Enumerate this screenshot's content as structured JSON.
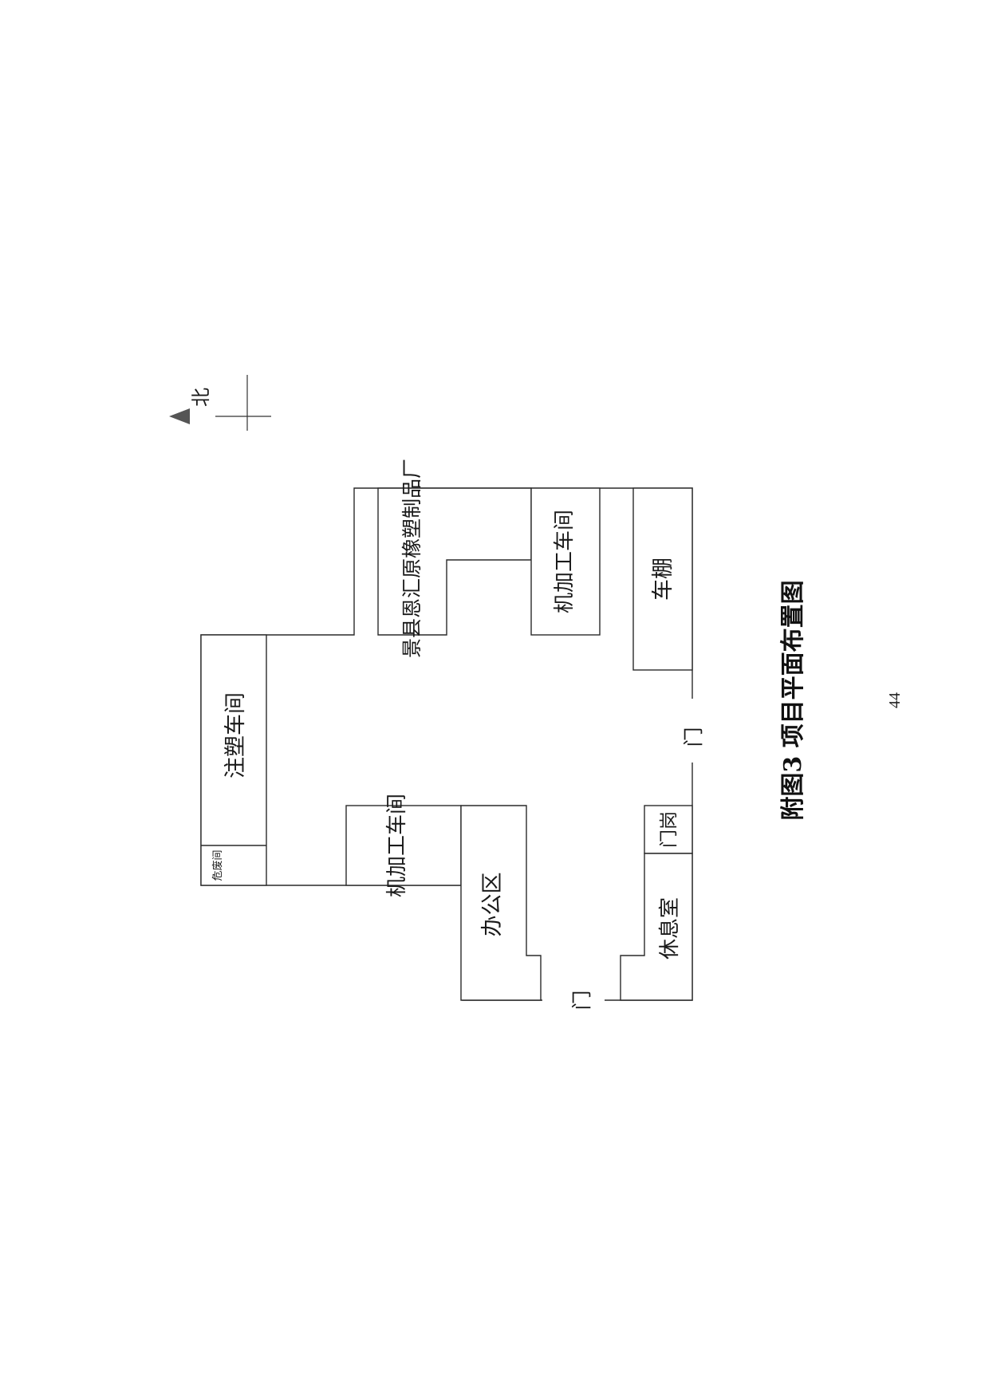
{
  "north_label": "北",
  "rooms": {
    "injection": "注塑车间",
    "hazwaste": "危废间",
    "rubber_factory": "景县恩汇原橡塑制品厂",
    "machining_north": "机加工车间",
    "carport": "车棚",
    "machining_mid": "机加工车间",
    "office": "办公区",
    "guard": "门岗",
    "rest": "休息室"
  },
  "doors": {
    "east": "门",
    "south": "门"
  },
  "caption": "附图3 项目平面布置图",
  "page_number": "44"
}
